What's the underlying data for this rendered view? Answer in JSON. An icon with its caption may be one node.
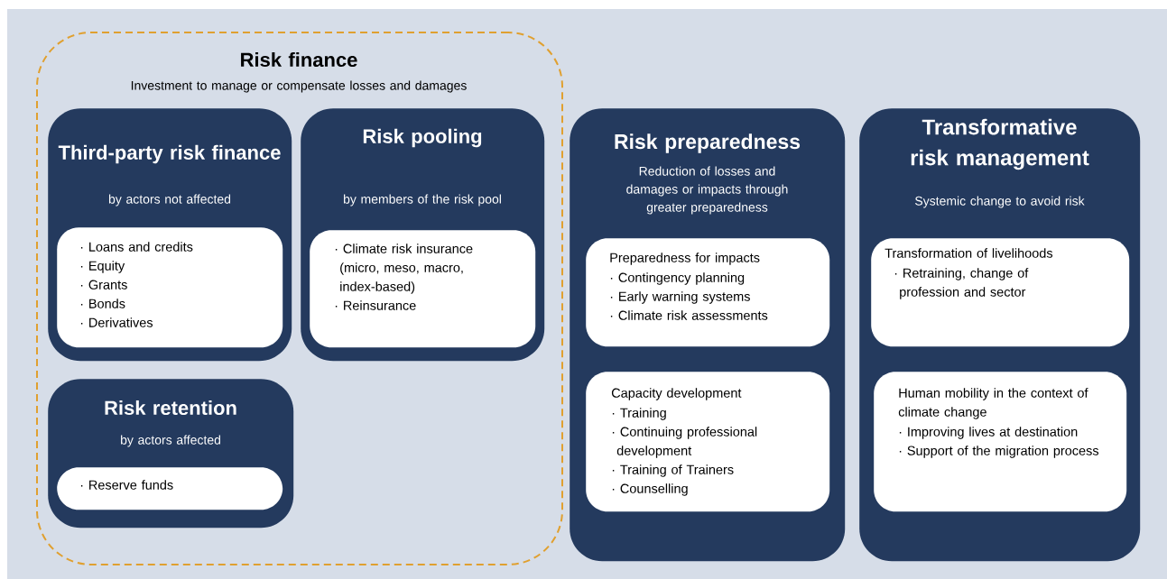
{
  "diagram": {
    "nodes": [
      {
        "text": [
          "Risk finance",
          "Investment to manage or compensate losses and damages"
        ]
      },
      {
        "text": [
          "Third-party risk finance",
          "by actors not affected"
        ],
        "in": 0
      },
      {
        "text": [
          "· Loans and credits",
          "· Equity",
          "· Grants",
          "· Bonds",
          "· Derivatives"
        ],
        "in": 1
      },
      {
        "text": [
          "Risk pooling",
          "by members of the risk pool"
        ],
        "in": 0
      },
      {
        "text": [
          "· Climate risk insurance (micro, meso, macro, index-based)",
          "· Reinsurance"
        ],
        "in": 3
      },
      {
        "text": [
          "Risk retention",
          "by actors affected"
        ],
        "in": 0
      },
      {
        "text": [
          "· Reserve funds"
        ],
        "in": 5
      },
      {
        "text": [
          "Risk preparedness",
          "Reduction of losses and damages or impacts through greater preparedness"
        ]
      },
      {
        "text": [
          "Preparedness for impacts",
          "· Contingency planning",
          "· Early warning systems",
          "· Climate risk assessments"
        ],
        "in": 7
      },
      {
        "text": [
          "Capacity development",
          "· Training",
          "· Continuing professional development",
          "· Training of Trainers",
          "· Counselling"
        ],
        "in": 7
      },
      {
        "text": [
          "Transformative risk management",
          "Systemic change to avoid risk"
        ]
      },
      {
        "text": [
          "Transformation of livelihoods",
          "· Retraining, change of profession and sector"
        ],
        "in": 10
      },
      {
        "text": [
          "Human mobility in the context of climate change",
          "· Improving lives at destination",
          "· Support of the migration process"
        ],
        "in": 10
      }
    ]
  }
}
